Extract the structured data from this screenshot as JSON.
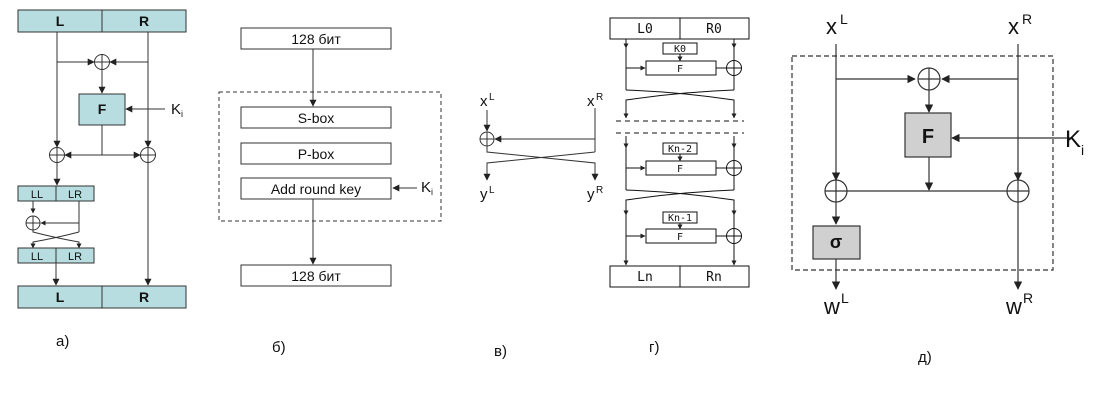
{
  "diagrams": {
    "a": {
      "caption": "а)",
      "top_block": {
        "left": "L",
        "right": "R"
      },
      "function": "F",
      "key": "K",
      "key_sub": "i",
      "inner_top": {
        "left": "LL",
        "right": "LR"
      },
      "inner_bottom": {
        "left": "LL",
        "right": "LR"
      },
      "bottom_block": {
        "left": "L",
        "right": "R"
      }
    },
    "b": {
      "caption": "б)",
      "input": "128 бит",
      "steps": [
        "S-box",
        "P-box",
        "Add round key"
      ],
      "key": "K",
      "key_sub": "i",
      "output": "128 бит"
    },
    "c": {
      "caption": "в)",
      "x_left": "x",
      "x_left_sup": "L",
      "x_right": "x",
      "x_right_sup": "R",
      "y_left": "y",
      "y_left_sup": "L",
      "y_right": "y",
      "y_right_sup": "R"
    },
    "d": {
      "caption": "г)",
      "top_block": {
        "left": "L0",
        "right": "R0"
      },
      "keys": [
        "K0",
        "Kn-2",
        "Kn-1"
      ],
      "function": "F",
      "bottom_block": {
        "left": "Ln",
        "right": "Rn"
      }
    },
    "e": {
      "caption": "д)",
      "x_left": "x",
      "x_left_sup": "L",
      "x_right": "x",
      "x_right_sup": "R",
      "function": "F",
      "sigma": "σ",
      "key": "K",
      "key_sub": "i",
      "w_left": "w",
      "w_left_sup": "L",
      "w_right": "w",
      "w_right_sup": "R"
    }
  },
  "colors": {
    "teal_fill": "#b7dde0",
    "gray_fill": "#d0d0d0",
    "line": "#222222"
  }
}
